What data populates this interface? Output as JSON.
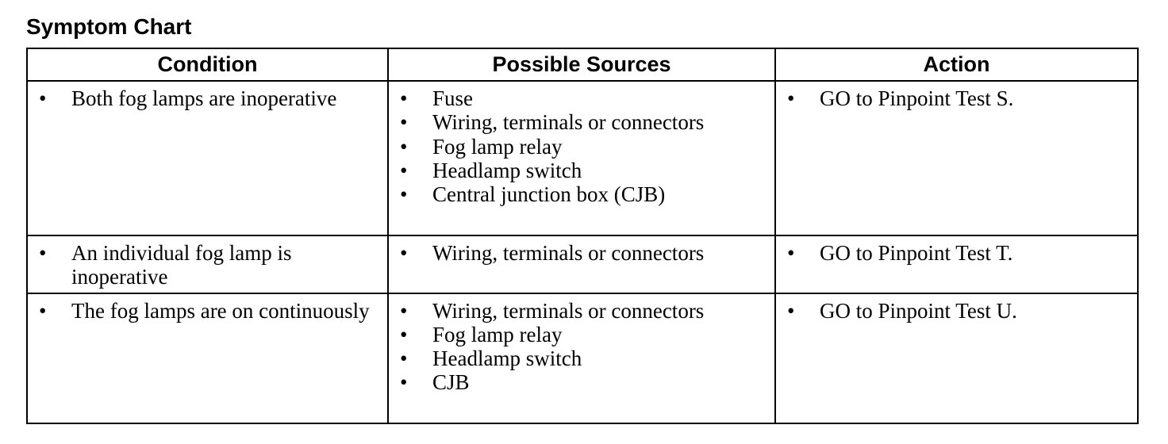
{
  "title": "Symptom Chart",
  "bullet": "•",
  "headers": {
    "condition": "Condition",
    "sources": "Possible Sources",
    "action": "Action"
  },
  "rows": [
    {
      "condition": "Both fog lamps are inoperative",
      "sources": [
        "Fuse",
        "Wiring, terminals or connectors",
        "Fog lamp relay",
        "Headlamp switch",
        "Central junction box (CJB)"
      ],
      "action": "GO to Pinpoint Test S."
    },
    {
      "condition": "An individual fog lamp is inoperative",
      "sources": [
        "Wiring, terminals or connectors"
      ],
      "action": "GO to Pinpoint Test T."
    },
    {
      "condition": "The fog lamps are on continuously",
      "sources": [
        "Wiring, terminals or connectors",
        "Fog lamp relay",
        "Headlamp switch",
        "CJB"
      ],
      "action": "GO to Pinpoint Test U."
    }
  ]
}
